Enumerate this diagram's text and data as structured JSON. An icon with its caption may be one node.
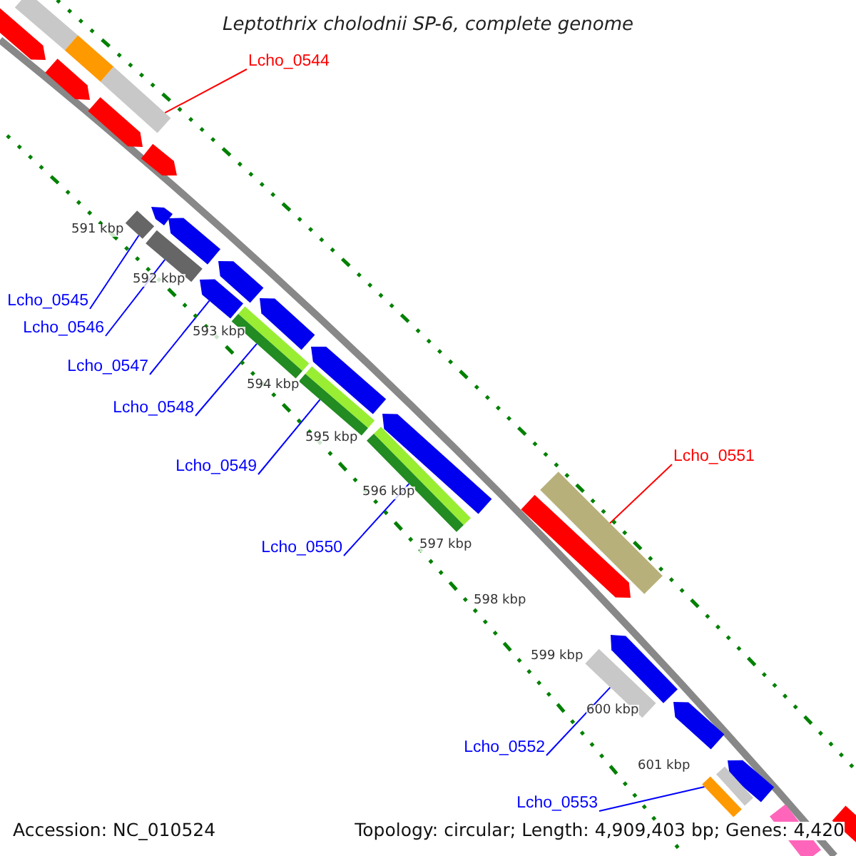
{
  "diagram": {
    "title": "Leptothrix cholodnii SP-6, complete genome",
    "nodes": [
      {
        "text": [
          "Lcho_0544"
        ]
      },
      {
        "text": [],
        "shape": "bar"
      },
      {
        "text": [
          "Lcho_0545"
        ]
      },
      {
        "text": [],
        "shape": "bar"
      },
      {
        "text": [
          "Lcho_0546"
        ]
      },
      {
        "text": [],
        "shape": "bar"
      },
      {
        "text": [
          "Lcho_0547"
        ]
      },
      {
        "text": [],
        "shape": "bar"
      },
      {
        "text": [
          "Lcho_0548"
        ]
      },
      {
        "text": [],
        "shape": "bar"
      },
      {
        "text": [
          "Lcho_0549"
        ]
      },
      {
        "text": [],
        "shape": "bar"
      },
      {
        "text": [
          "Lcho_0550"
        ]
      },
      {
        "text": [],
        "shape": "bar"
      },
      {
        "text": [
          "Lcho_0551"
        ]
      },
      {
        "text": [],
        "shape": "bar"
      },
      {
        "text": [
          "Lcho_0552"
        ]
      },
      {
        "text": [],
        "shape": "bar"
      },
      {
        "text": [
          "Lcho_0553"
        ]
      },
      {
        "text": [],
        "shape": "bar"
      },
      {
        "text": [],
        "shape": "bar"
      },
      {
        "text": [],
        "shape": "bar"
      },
      {
        "text": [],
        "shape": "bar"
      },
      {
        "text": [],
        "shape": "bar"
      },
      {
        "text": [],
        "shape": "bar"
      },
      {
        "text": [],
        "shape": "bar"
      },
      {
        "text": [],
        "shape": "bar"
      },
      {
        "text": [],
        "shape": "bar"
      },
      {
        "text": [],
        "shape": "bar"
      },
      {
        "text": [],
        "shape": "bar"
      },
      {
        "text": [],
        "shape": "bar"
      },
      {
        "text": [],
        "shape": "bar"
      },
      {
        "text": [],
        "shape": "bar"
      },
      {
        "text": [],
        "shape": "bar"
      },
      {
        "text": [],
        "shape": "bar"
      },
      {
        "text": [],
        "shape": "bar"
      },
      {
        "text": [],
        "shape": "bar"
      },
      {
        "text": [],
        "shape": "bar"
      },
      {
        "text": [],
        "shape": "bar"
      }
    ],
    "edges": [
      {
        "from": 0,
        "to": 1,
        "arrow": "none",
        "color": "#ff0000"
      },
      {
        "from": 2,
        "to": 3,
        "arrow": "none"
      },
      {
        "from": 4,
        "to": 5,
        "arrow": "none"
      },
      {
        "from": 6,
        "to": 7,
        "arrow": "none"
      },
      {
        "from": 8,
        "to": 9,
        "arrow": "none"
      },
      {
        "from": 10,
        "to": 11,
        "arrow": "none"
      },
      {
        "from": 12,
        "to": 13,
        "arrow": "none"
      },
      {
        "from": 14,
        "to": 15,
        "arrow": "none",
        "color": "#ff0000"
      },
      {
        "from": 16,
        "to": 17,
        "arrow": "none"
      },
      {
        "from": 18,
        "to": 19,
        "arrow": "none"
      }
    ],
    "labels": [
      "591 kbp",
      "592 kbp",
      "593 kbp",
      "594 kbp",
      "595 kbp",
      "596 kbp",
      "597 kbp",
      "598 kbp",
      "599 kbp",
      "600 kbp",
      "601 kbp",
      "Accession: NC_010524",
      "Topology: circular; Length: 4,909,403 bp; Genes: 4,420"
    ]
  }
}
